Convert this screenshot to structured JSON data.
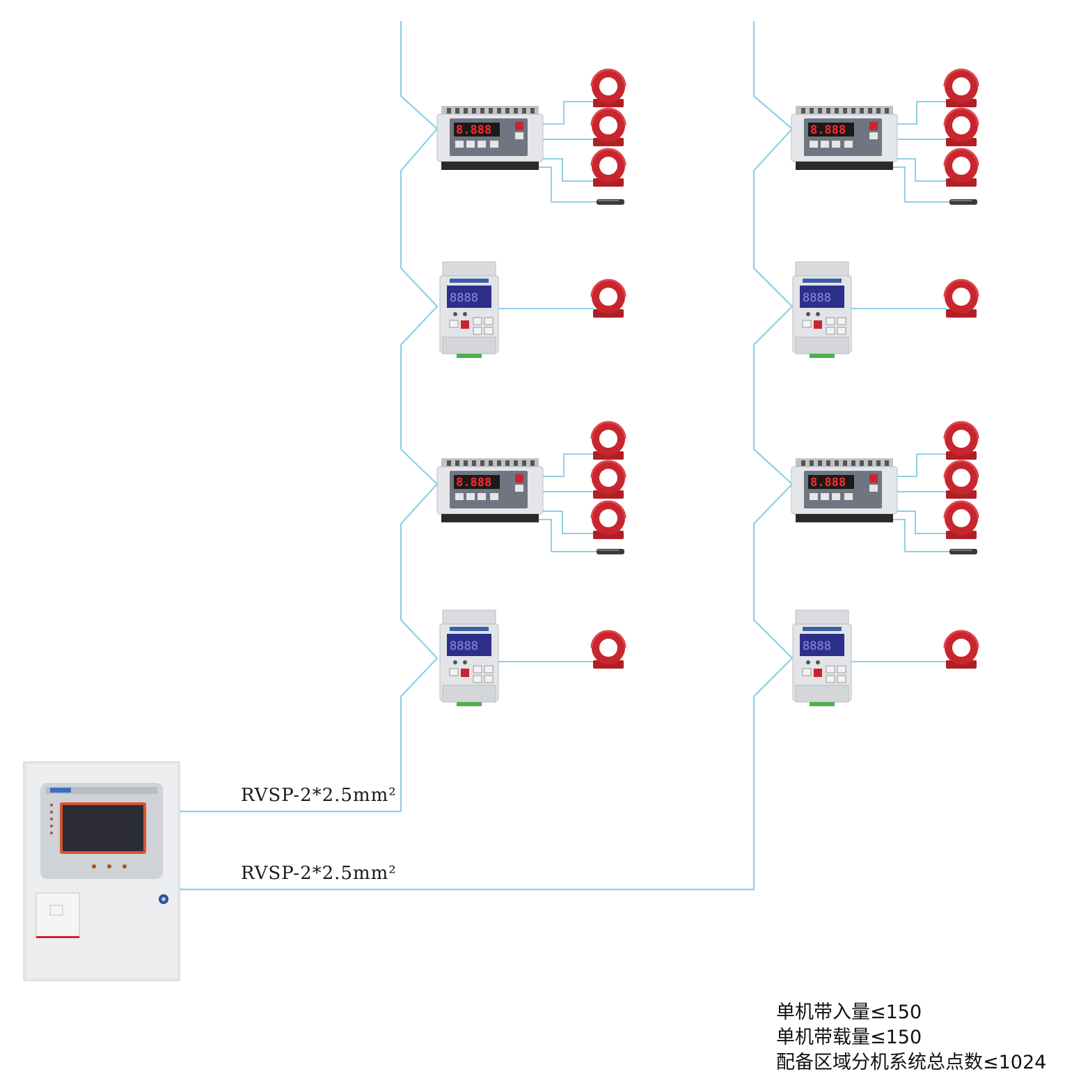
{
  "cables": {
    "cable_1": "RVSP-2*2.5mm²",
    "cable_2": "RVSP-2*2.5mm²"
  },
  "notes": [
    "单机带入量≤150",
    "单机带载量≤150",
    "配备区域分机系统总点数≤1024"
  ],
  "colors": {
    "wire": "#8fcfea",
    "sensor_ring": "#c8262e",
    "panel": "#e7e9ec",
    "led_digits": "#ff2a2a",
    "lcd": "#2d2f8a"
  },
  "icons": {
    "host_cabinet": "fire-monitor-host-icon",
    "multi_channel_detector": "multi-channel-detector-icon",
    "single_channel_detector": "single-channel-detector-icon",
    "current_transformer": "residual-current-transformer-icon",
    "temperature_probe": "temperature-probe-icon"
  }
}
